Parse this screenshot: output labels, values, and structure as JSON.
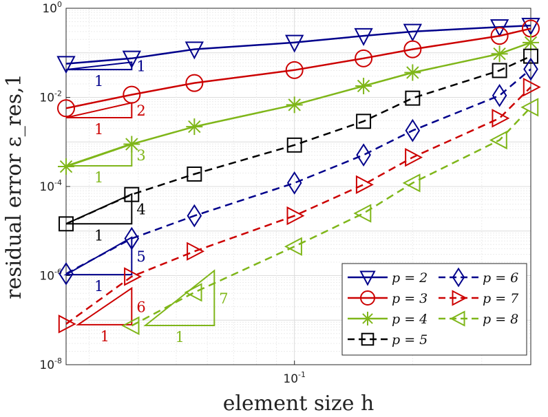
{
  "chart_data": {
    "type": "line",
    "xlabel": "element size h",
    "ylabel": "residual error ε_res,1",
    "xscale": "log",
    "yscale": "log",
    "xlim": [
      0.0262,
      0.4
    ],
    "ylim": [
      1e-08,
      1
    ],
    "grid": true,
    "legend_position": "bottom-right",
    "x_tick_labels": [
      {
        "value": 0.1,
        "base": "10",
        "exp": "-1"
      }
    ],
    "y_tick_labels": [
      {
        "value": 1e-08,
        "base": "10",
        "exp": "-8"
      },
      {
        "value": 1e-06,
        "base": "10",
        "exp": "-6"
      },
      {
        "value": 0.0001,
        "base": "10",
        "exp": "-4"
      },
      {
        "value": 0.01,
        "base": "10",
        "exp": "-2"
      },
      {
        "value": 1,
        "base": "10",
        "exp": "0"
      }
    ],
    "series": [
      {
        "name": "p = 2",
        "color": "#00008b",
        "dash": "solid",
        "marker": "triangle-down",
        "x": [
          0.0262,
          0.0385,
          0.0556,
          0.1,
          0.15,
          0.2,
          0.333,
          0.4
        ],
        "y": [
          0.057,
          0.075,
          0.12,
          0.17,
          0.24,
          0.3,
          0.38,
          0.41
        ]
      },
      {
        "name": "p = 3",
        "color": "#cc0000",
        "dash": "solid",
        "marker": "circle",
        "x": [
          0.0262,
          0.0385,
          0.0556,
          0.1,
          0.15,
          0.2,
          0.333,
          0.4
        ],
        "y": [
          0.0057,
          0.0115,
          0.021,
          0.041,
          0.075,
          0.12,
          0.24,
          0.35
        ]
      },
      {
        "name": "p = 4",
        "color": "#7fb619",
        "dash": "solid",
        "marker": "asterisk",
        "x": [
          0.0262,
          0.0385,
          0.0556,
          0.1,
          0.15,
          0.2,
          0.333,
          0.4
        ],
        "y": [
          0.00028,
          0.00089,
          0.0022,
          0.0068,
          0.018,
          0.036,
          0.095,
          0.17
        ]
      },
      {
        "name": "p = 5",
        "color": "#000000",
        "dash": "dashed",
        "marker": "square",
        "x": [
          0.0262,
          0.0385,
          0.0556,
          0.1,
          0.15,
          0.2,
          0.333,
          0.4
        ],
        "y": [
          1.45e-05,
          6.6e-05,
          0.00019,
          0.00085,
          0.0029,
          0.0096,
          0.04,
          0.084
        ]
      },
      {
        "name": "p = 6",
        "color": "#00008b",
        "dash": "dashed",
        "marker": "diamond",
        "x": [
          0.0262,
          0.0385,
          0.0556,
          0.1,
          0.15,
          0.2,
          0.333,
          0.4
        ],
        "y": [
          1.1e-06,
          6.8e-06,
          2.2e-05,
          0.00012,
          0.00051,
          0.0018,
          0.011,
          0.043
        ]
      },
      {
        "name": "p = 7",
        "color": "#cc0000",
        "dash": "dashed",
        "marker": "triangle-right",
        "x": [
          0.0262,
          0.0385,
          0.0556,
          0.1,
          0.15,
          0.2,
          0.333,
          0.4
        ],
        "y": [
          8.2e-08,
          9.5e-07,
          3.5e-06,
          2.2e-05,
          0.00011,
          0.00045,
          0.0034,
          0.017
        ]
      },
      {
        "name": "p = 8",
        "color": "#7fb619",
        "dash": "dashed",
        "marker": "triangle-left",
        "x": [
          0.0385,
          0.0556,
          0.1,
          0.15,
          0.2,
          0.333,
          0.4
        ],
        "y": [
          7.5e-08,
          4.2e-07,
          4.5e-06,
          2.5e-05,
          0.00012,
          0.0011,
          0.006
        ]
      }
    ],
    "slope_triangles": [
      {
        "series": "p = 2",
        "color": "#00008b",
        "h_label": "1",
        "v_label": "1",
        "x0": 0.0262,
        "x1": 0.0385,
        "y0": 0.042
      },
      {
        "series": "p = 3",
        "color": "#cc0000",
        "h_label": "1",
        "v_label": "2",
        "x0": 0.0262,
        "x1": 0.0385,
        "y0": 0.0035
      },
      {
        "series": "p = 4",
        "color": "#7fb619",
        "h_label": "1",
        "v_label": "3",
        "x0": 0.0262,
        "x1": 0.0385,
        "y0": 0.00029
      },
      {
        "series": "p = 5",
        "color": "#000000",
        "h_label": "1",
        "v_label": "4",
        "x0": 0.0262,
        "x1": 0.0385,
        "y0": 1.45e-05
      },
      {
        "series": "p = 6",
        "color": "#00008b",
        "h_label": "1",
        "v_label": "5",
        "x0": 0.0262,
        "x1": 0.0385,
        "y0": 1.05e-06
      },
      {
        "series": "p = 7",
        "color": "#cc0000",
        "h_label": "1",
        "v_label": "6",
        "x0": 0.0281,
        "x1": 0.0385,
        "y0": 7.9e-08
      },
      {
        "series": "p = 8",
        "color": "#7fb619",
        "h_label": "1",
        "v_label": "7",
        "x0": 0.0417,
        "x1": 0.0625,
        "y0": 7.6e-08
      }
    ]
  }
}
